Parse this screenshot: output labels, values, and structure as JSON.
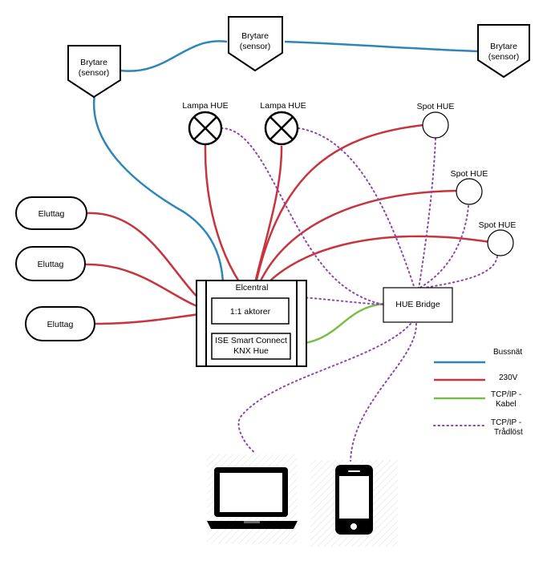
{
  "colors": {
    "bus": "#2e86b8",
    "power": "#c8343e",
    "cable": "#7cbd4a",
    "wireless": "#8e44ad",
    "outline": "#000000"
  },
  "nodes": {
    "switch_left": {
      "line1": "Brytare",
      "line2": "(sensor)"
    },
    "switch_mid": {
      "line1": "Brytare",
      "line2": "(sensor)"
    },
    "switch_right": {
      "line1": "Brytare",
      "line2": "(sensor)"
    },
    "lamp1": "Lampa HUE",
    "lamp2": "Lampa HUE",
    "spot1": "Spot HUE",
    "spot2": "Spot HUE",
    "spot3": "Spot HUE",
    "outlet1": "Eluttag",
    "outlet2": "Eluttag",
    "outlet3": "Eluttag",
    "elcentral": "Elcentral",
    "actors": "1:1 aktorer",
    "ise": {
      "line1": "ISE Smart Connect",
      "line2": "KNX Hue"
    },
    "bridge": "HUE Bridge"
  },
  "legend": [
    {
      "key": "bus",
      "label": [
        "Bussnät"
      ],
      "style": "solid"
    },
    {
      "key": "power",
      "label": [
        "230V"
      ],
      "style": "solid"
    },
    {
      "key": "cable",
      "label": [
        "TCP/IP -",
        "Kabel"
      ],
      "style": "solid"
    },
    {
      "key": "wireless",
      "label": [
        "TCP/IP -",
        "Trådlöst"
      ],
      "style": "dotted"
    }
  ],
  "devices": [
    "laptop-icon",
    "smartphone-icon"
  ]
}
